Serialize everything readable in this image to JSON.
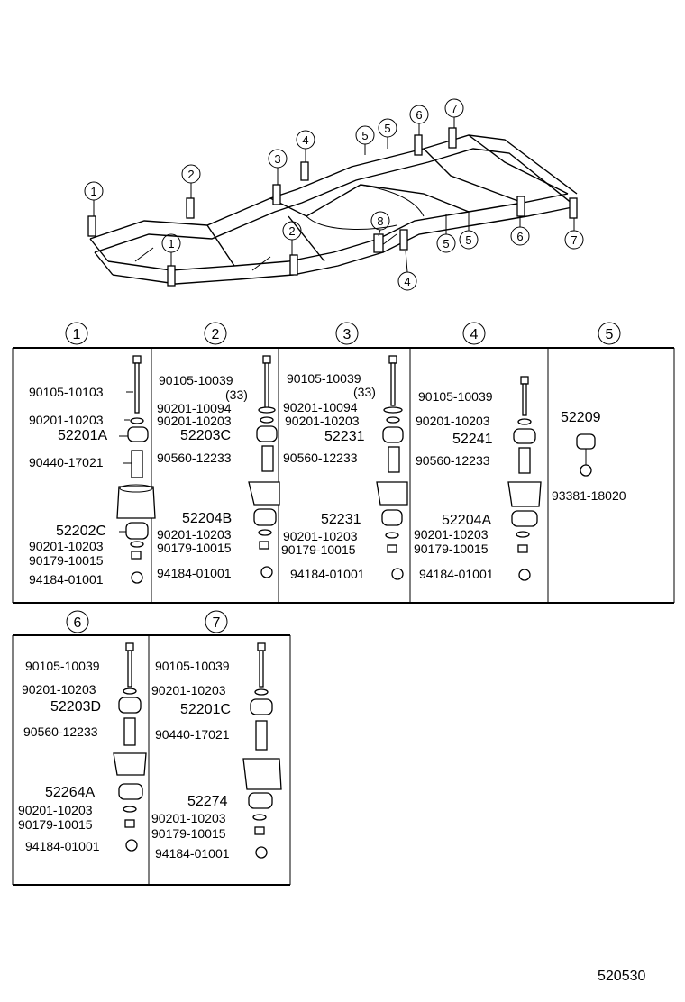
{
  "diagram": {
    "reference_number": "520530",
    "overview_callouts": [
      "1",
      "1",
      "2",
      "2",
      "3",
      "4",
      "4",
      "5",
      "5",
      "5",
      "5",
      "6",
      "6",
      "7",
      "7",
      "8"
    ],
    "column_headers": [
      "1",
      "2",
      "3",
      "4",
      "5",
      "6",
      "7"
    ],
    "sections": {
      "s1": {
        "labels": [
          "90105-10103",
          "90201-10203",
          "52201A",
          "90440-17021",
          "52202C",
          "90201-10203",
          "90179-10015",
          "94184-01001"
        ]
      },
      "s2": {
        "labels": [
          "90105-10039",
          "(33)",
          "90201-10094",
          "90201-10203",
          "52203C",
          "90560-12233",
          "52204B",
          "90201-10203",
          "90179-10015",
          "94184-01001"
        ]
      },
      "s3": {
        "labels": [
          "90105-10039",
          "(33)",
          "90201-10094",
          "90201-10203",
          "52231",
          "90560-12233",
          "52231",
          "90201-10203",
          "90179-10015",
          "94184-01001"
        ]
      },
      "s4": {
        "labels": [
          "90105-10039",
          "90201-10203",
          "52241",
          "90560-12233",
          "52204A",
          "90201-10203",
          "90179-10015",
          "94184-01001"
        ]
      },
      "s5": {
        "labels": [
          "52209",
          "93381-18020"
        ]
      },
      "s6": {
        "labels": [
          "90105-10039",
          "90201-10203",
          "52203D",
          "90560-12233",
          "52264A",
          "90201-10203",
          "90179-10015",
          "94184-01001"
        ]
      },
      "s7": {
        "labels": [
          "90105-10039",
          "90201-10203",
          "52201C",
          "90440-17021",
          "52274",
          "90201-10203",
          "90179-10015",
          "94184-01001"
        ]
      }
    }
  }
}
